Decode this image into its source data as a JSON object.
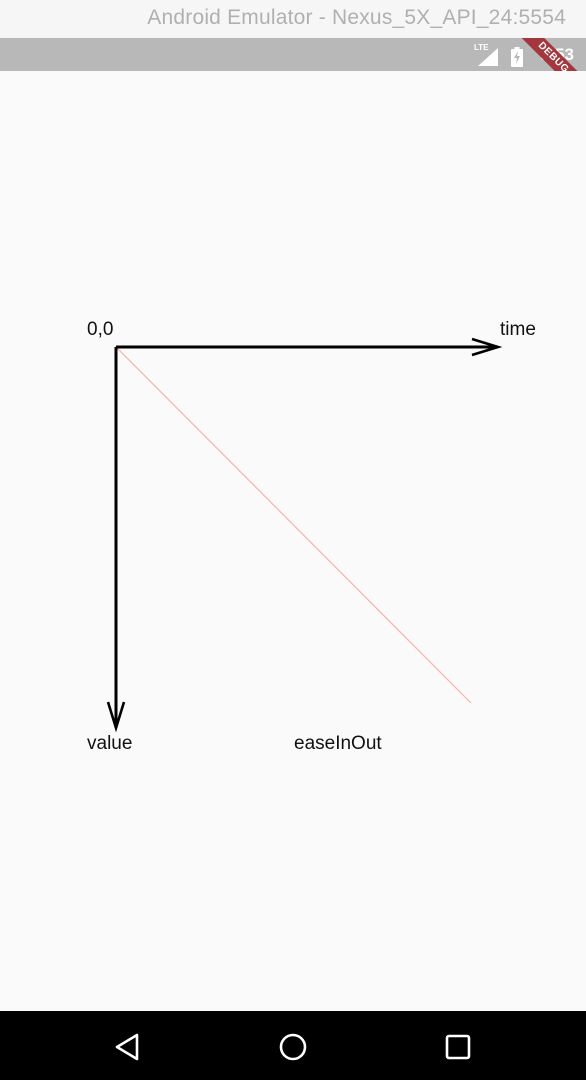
{
  "window": {
    "title": "Android Emulator - Nexus_5X_API_24:5554"
  },
  "statusbar": {
    "network": "LTE",
    "time": "9:53",
    "debug_banner": "DEBUG"
  },
  "diagram": {
    "origin_label": "0,0",
    "x_axis_label": "time",
    "y_axis_label": "value",
    "curve_label": "easeInOut",
    "axis_color": "#000000",
    "curve_color": "#f4b4a6"
  },
  "navbar": {
    "icons": [
      "back-icon",
      "home-icon",
      "recents-icon"
    ]
  }
}
